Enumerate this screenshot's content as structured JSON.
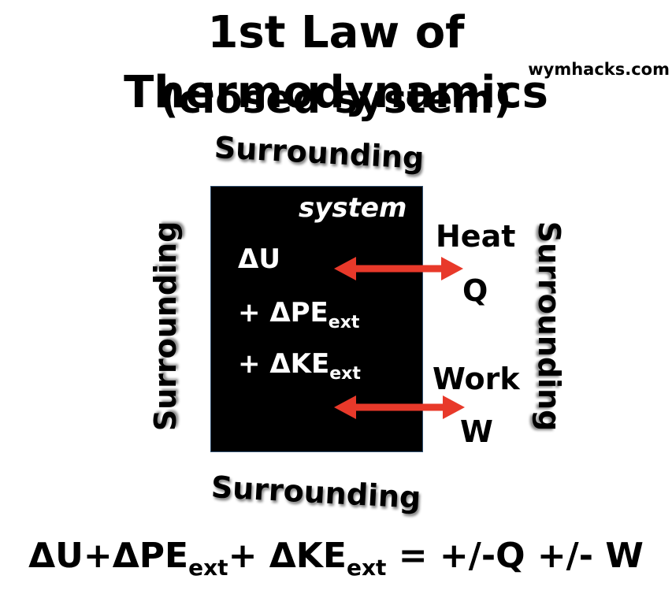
{
  "title": "1st Law of Thermodynamics",
  "subtitle": "(closed system)",
  "website": "wymhacks.com",
  "surroundings": {
    "top": "Surrounding",
    "bottom": "Surrounding",
    "left": "Surrounding",
    "right": "Surrounding"
  },
  "system": {
    "label": "system",
    "line1": "ΔU",
    "line2_prefix": "+ ΔPE",
    "line2_sub": "ext",
    "line3_prefix": "+ ΔKE",
    "line3_sub": "ext"
  },
  "heat": {
    "label": "Heat",
    "symbol": "Q"
  },
  "work": {
    "label": "Work",
    "symbol": "W"
  },
  "equation": {
    "part1": "ΔU+ΔPE",
    "sub1": "ext",
    "part2": "+ ΔKE",
    "sub2": "ext",
    "part3": " = +/-Q +/- W"
  },
  "colors": {
    "arrow": "#e8392a",
    "system_box": "#000000",
    "system_text": "#ffffff"
  }
}
